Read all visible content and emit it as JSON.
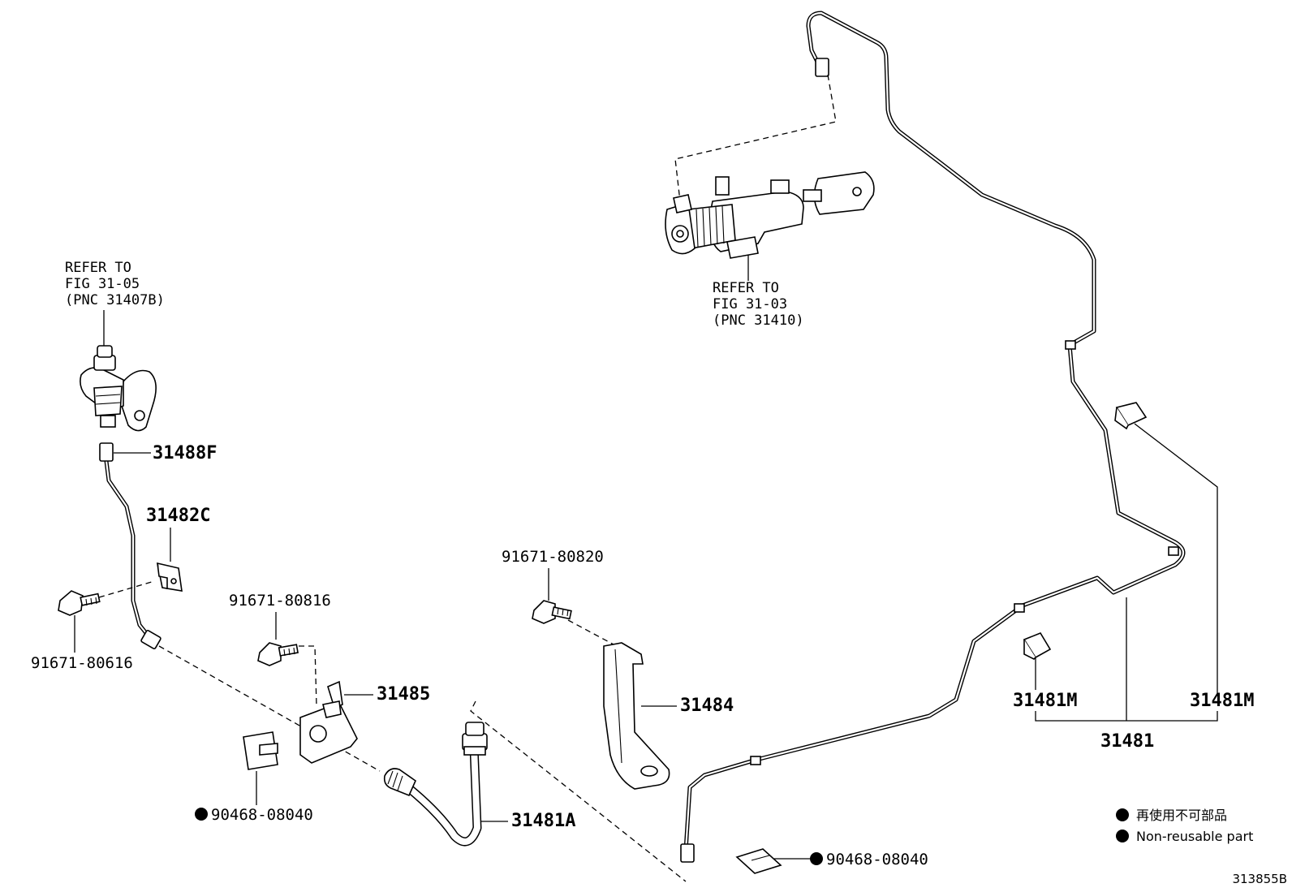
{
  "labels": {
    "p31488F": "31488F",
    "p31482C": "31482C",
    "p91671_80616": "91671-80616",
    "p91671_80816": "91671-80816",
    "p31485": "31485",
    "p90468_08040_left": "90468-08040",
    "p31481A": "31481A",
    "p91671_80820": "91671-80820",
    "p31484": "31484",
    "p90468_08040_bottom": "90468-08040",
    "p31481M_left": "31481M",
    "p31481M_right": "31481M",
    "p31481": "31481"
  },
  "references": {
    "left": [
      "REFER TO",
      "FIG 31-05",
      "(PNC 31407B)"
    ],
    "top": [
      "REFER TO",
      "FIG 31-03",
      "(PNC 31410)"
    ]
  },
  "legend": {
    "japanese": "再使用不可部品",
    "english": "Non-reusable part"
  },
  "figure_id": "313855B"
}
